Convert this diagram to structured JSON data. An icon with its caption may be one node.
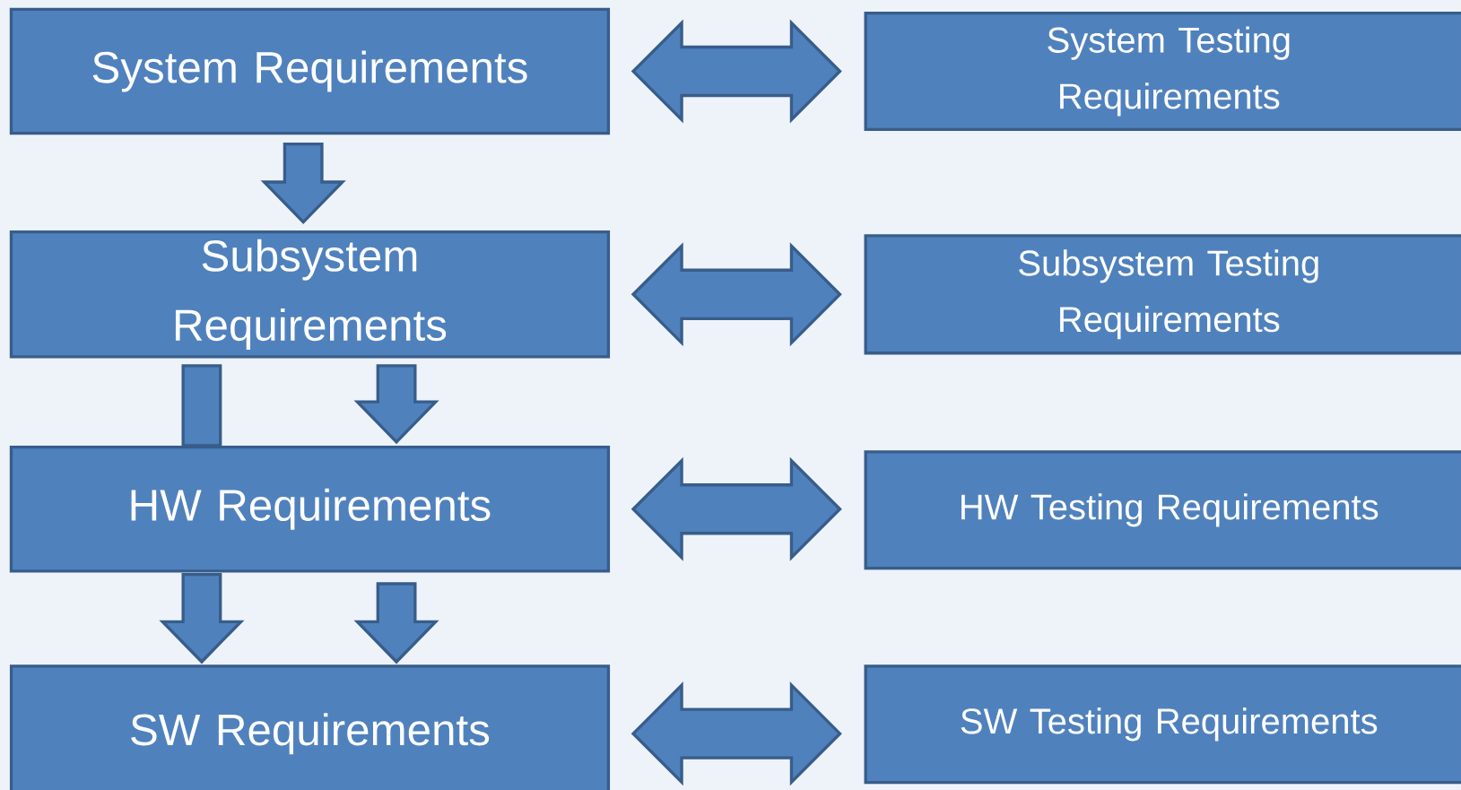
{
  "diagram": {
    "nodes": [
      {
        "text": [
          "System Requirements"
        ]
      },
      {
        "text": [
          "System Testing Requirements"
        ]
      },
      {
        "text": [
          "Subsystem Requirements"
        ]
      },
      {
        "text": [
          "Subsystem Testing Requirements"
        ]
      },
      {
        "text": [
          "HW Requirements"
        ]
      },
      {
        "text": [
          "HW Testing Requirements"
        ]
      },
      {
        "text": [
          "SW Requirements"
        ]
      },
      {
        "text": [
          "SW Testing Requirements"
        ]
      }
    ],
    "edges": [
      {
        "from": 0,
        "to": 1,
        "arrow": "both"
      },
      {
        "from": 0,
        "to": 2,
        "arrow": "to"
      },
      {
        "from": 2,
        "to": 3,
        "arrow": "both"
      },
      {
        "from": 2,
        "to": 4,
        "arrow": "none"
      },
      {
        "from": 2,
        "to": 4,
        "arrow": "to"
      },
      {
        "from": 4,
        "to": 5,
        "arrow": "both"
      },
      {
        "from": 4,
        "to": 6,
        "arrow": "to"
      },
      {
        "from": 4,
        "to": 6,
        "arrow": "to"
      },
      {
        "from": 6,
        "to": 7,
        "arrow": "both"
      }
    ]
  }
}
